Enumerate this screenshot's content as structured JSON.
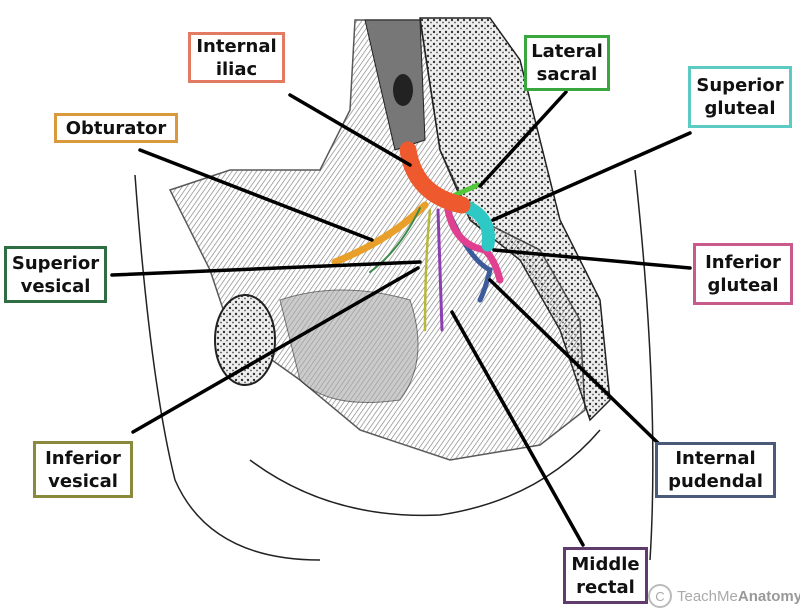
{
  "labels": {
    "internal_iliac": {
      "line1": "Internal",
      "line2": "iliac",
      "color": "#e27b62"
    },
    "lateral_sacral": {
      "line1": "Lateral",
      "line2": "sacral",
      "color": "#3aa63f"
    },
    "superior_gluteal": {
      "line1": "Superior",
      "line2": "gluteal",
      "color": "#5ccbc3"
    },
    "obturator": {
      "line1": "Obturator",
      "color": "#d89a3c"
    },
    "superior_vesical": {
      "line1": "Superior",
      "line2": "vesical",
      "color": "#2f6e42"
    },
    "inferior_gluteal": {
      "line1": "Inferior",
      "line2": "gluteal",
      "color": "#c95a8c"
    },
    "inferior_vesical": {
      "line1": "Inferior",
      "line2": "vesical",
      "color": "#8b8a3c"
    },
    "internal_pudendal": {
      "line1": "Internal",
      "line2": "pudendal",
      "color": "#4b5a78"
    },
    "middle_rectal": {
      "line1": "Middle",
      "line2": "rectal",
      "color": "#5f3c6c"
    }
  },
  "watermark": {
    "symbol": "C",
    "text_light": "TeachMe",
    "text_bold": "Anatomy"
  },
  "vessel_colors": {
    "internal_iliac": "#ee5a2e",
    "superior_gluteal": "#2ec9c4",
    "inferior_gluteal": "#e0408f",
    "lateral_sacral": "#52c83a",
    "obturator": "#e8a02a",
    "internal_pudendal": "#3d5a9a",
    "middle_rectal": "#8b3fb0",
    "inferior_vesical": "#b8b83a",
    "superior_vesical": "#3c8a4a"
  }
}
